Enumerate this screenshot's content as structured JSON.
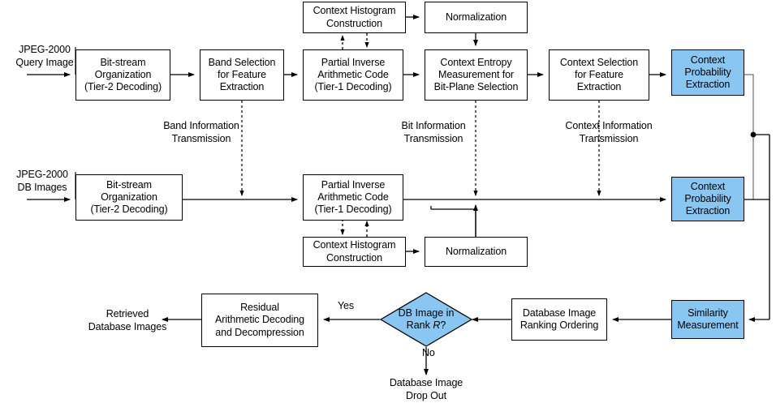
{
  "diagram": {
    "title": "JPEG-2000 compressed-domain image retrieval flowchart",
    "accent_color": "#8ac6f2",
    "line_color": "#000000",
    "nodes": {
      "query_bitstream": "Bit-stream\nOrganization\n(Tier-2 Decoding)",
      "band_selection": "Band Selection\nfor Feature\nExtraction",
      "query_partial_inverse": "Partial Inverse\nArithmetic Code\n(Tier-1 Decoding)",
      "query_context_histogram": "Context Histogram\nConstruction",
      "query_normalization": "Normalization",
      "context_entropy": "Context Entropy\nMeasurement for\nBit-Plane Selection",
      "context_selection": "Context Selection\nfor Feature\nExtraction",
      "query_context_probability": "Context\nProbability\nExtraction",
      "db_bitstream": "Bit-stream\nOrganization\n(Tier-2 Decoding)",
      "db_partial_inverse": "Partial Inverse\nArithmetic Code\n(Tier-1 Decoding)",
      "db_context_histogram": "Context Histogram\nConstruction",
      "db_normalization": "Normalization",
      "db_context_probability": "Context\nProbability\nExtraction",
      "similarity_measurement": "Similarity\nMeasurement",
      "database_ranking": "Database Image\nRanking Ordering",
      "residual_decoding": "Residual\nArithmetic Decoding\nand Decompression"
    },
    "decision": {
      "line1": "DB Image in",
      "line2_prefix": "Rank ",
      "line2_var": "R",
      "line2_suffix": "?"
    },
    "labels": {
      "query_input": "JPEG-2000\nQuery Image",
      "db_input": "JPEG-2000\nDB Images",
      "band_info": "Band Information\nTransmission",
      "bit_info": "Bit Information\nTransmission",
      "context_info": "Context Information\nTransmission",
      "yes": "Yes",
      "no": "No",
      "retrieved": "Retrieved\nDatabase Images",
      "drop_out": "Database Image\nDrop Out"
    }
  }
}
